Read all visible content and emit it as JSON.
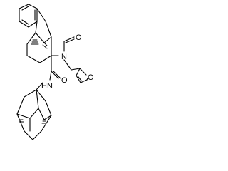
{
  "molecule": {
    "atom_labels": {
      "nitrogen_amide_chain": "N",
      "oxygen_formyl": "O",
      "oxygen_furan": "O",
      "nitrogen_amide_nh": "HN",
      "oxygen_carbonyl": "O"
    },
    "colors": {
      "bond": "#000000",
      "background": "#ffffff"
    }
  }
}
